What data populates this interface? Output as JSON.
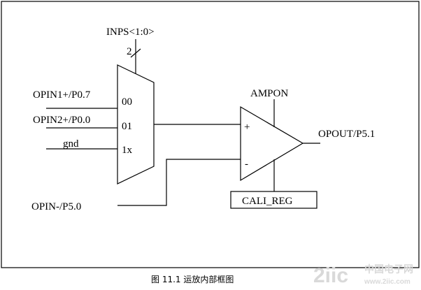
{
  "diagram": {
    "mux_select": "INPS<1:0>",
    "bus_width": "2",
    "inputs": [
      {
        "signal": "OPIN1+/P0.7",
        "code": "00"
      },
      {
        "signal": "OPIN2+/P0.0",
        "code": "01"
      },
      {
        "signal": "gnd",
        "code": "1x"
      }
    ],
    "amp_enable": "AMPON",
    "plus_sign": "+",
    "minus_sign": "-",
    "output": "OPOUT/P5.1",
    "neg_input": "OPIN-/P5.0",
    "cali_reg": "CALI_REG"
  },
  "caption": "图 11.1  运放内部框图",
  "watermark": {
    "brand": "2iic",
    "chinese": "中国电子网",
    "url": "www.2iic.com"
  }
}
